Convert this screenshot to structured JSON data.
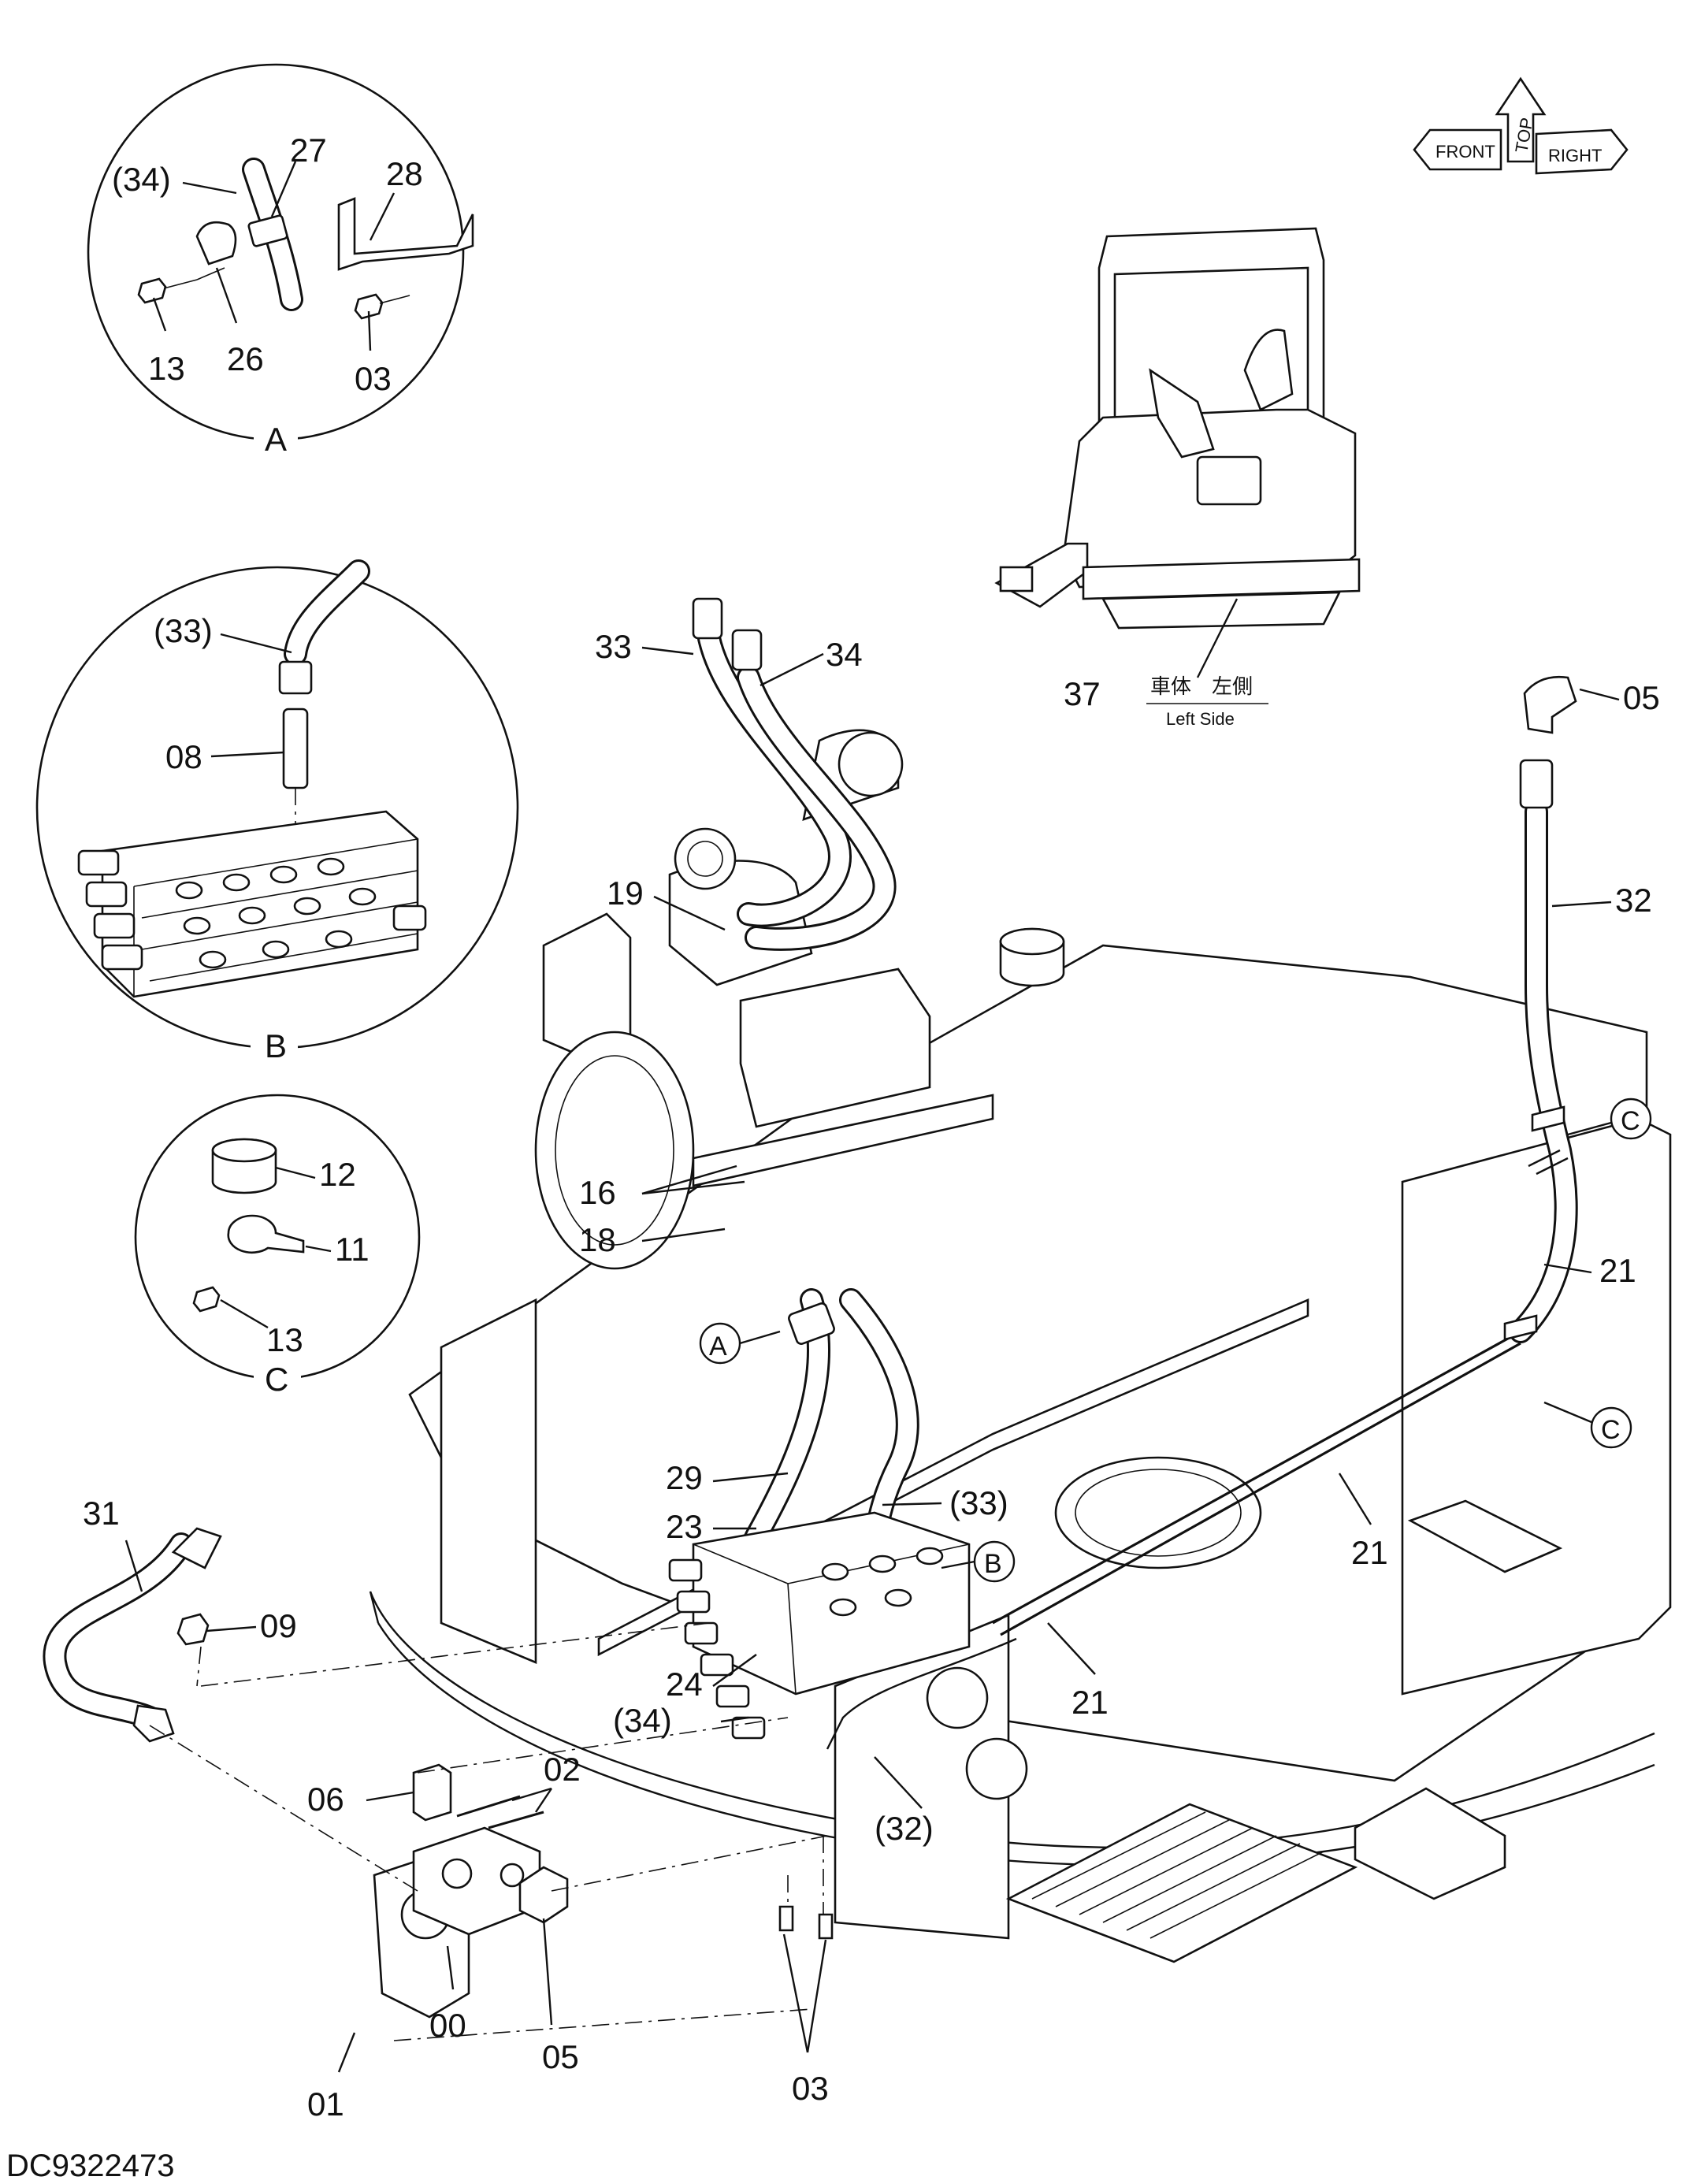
{
  "diagram_id": "DC9322473",
  "orientation": {
    "top": "TOP",
    "front": "FRONT",
    "right": "RIGHT"
  },
  "machine_view": {
    "part_number": "37",
    "label_jp": "車体　左側",
    "label_en": "Left Side"
  },
  "details": [
    {
      "letter": "A",
      "parts": [
        "(34)",
        "27",
        "28",
        "13",
        "26",
        "03"
      ]
    },
    {
      "letter": "B",
      "parts": [
        "(33)",
        "08"
      ]
    },
    {
      "letter": "C",
      "parts": [
        "12",
        "11",
        "13"
      ]
    }
  ],
  "main_callouts": [
    "33",
    "34",
    "05",
    "32",
    "19",
    "16",
    "18",
    "21",
    "21",
    "21",
    "29",
    "23",
    "(33)",
    "24",
    "(34)",
    "(32)",
    "31",
    "09",
    "06",
    "02",
    "00",
    "05",
    "01",
    "03"
  ],
  "ref_markers": [
    "A",
    "B",
    "C",
    "C"
  ]
}
